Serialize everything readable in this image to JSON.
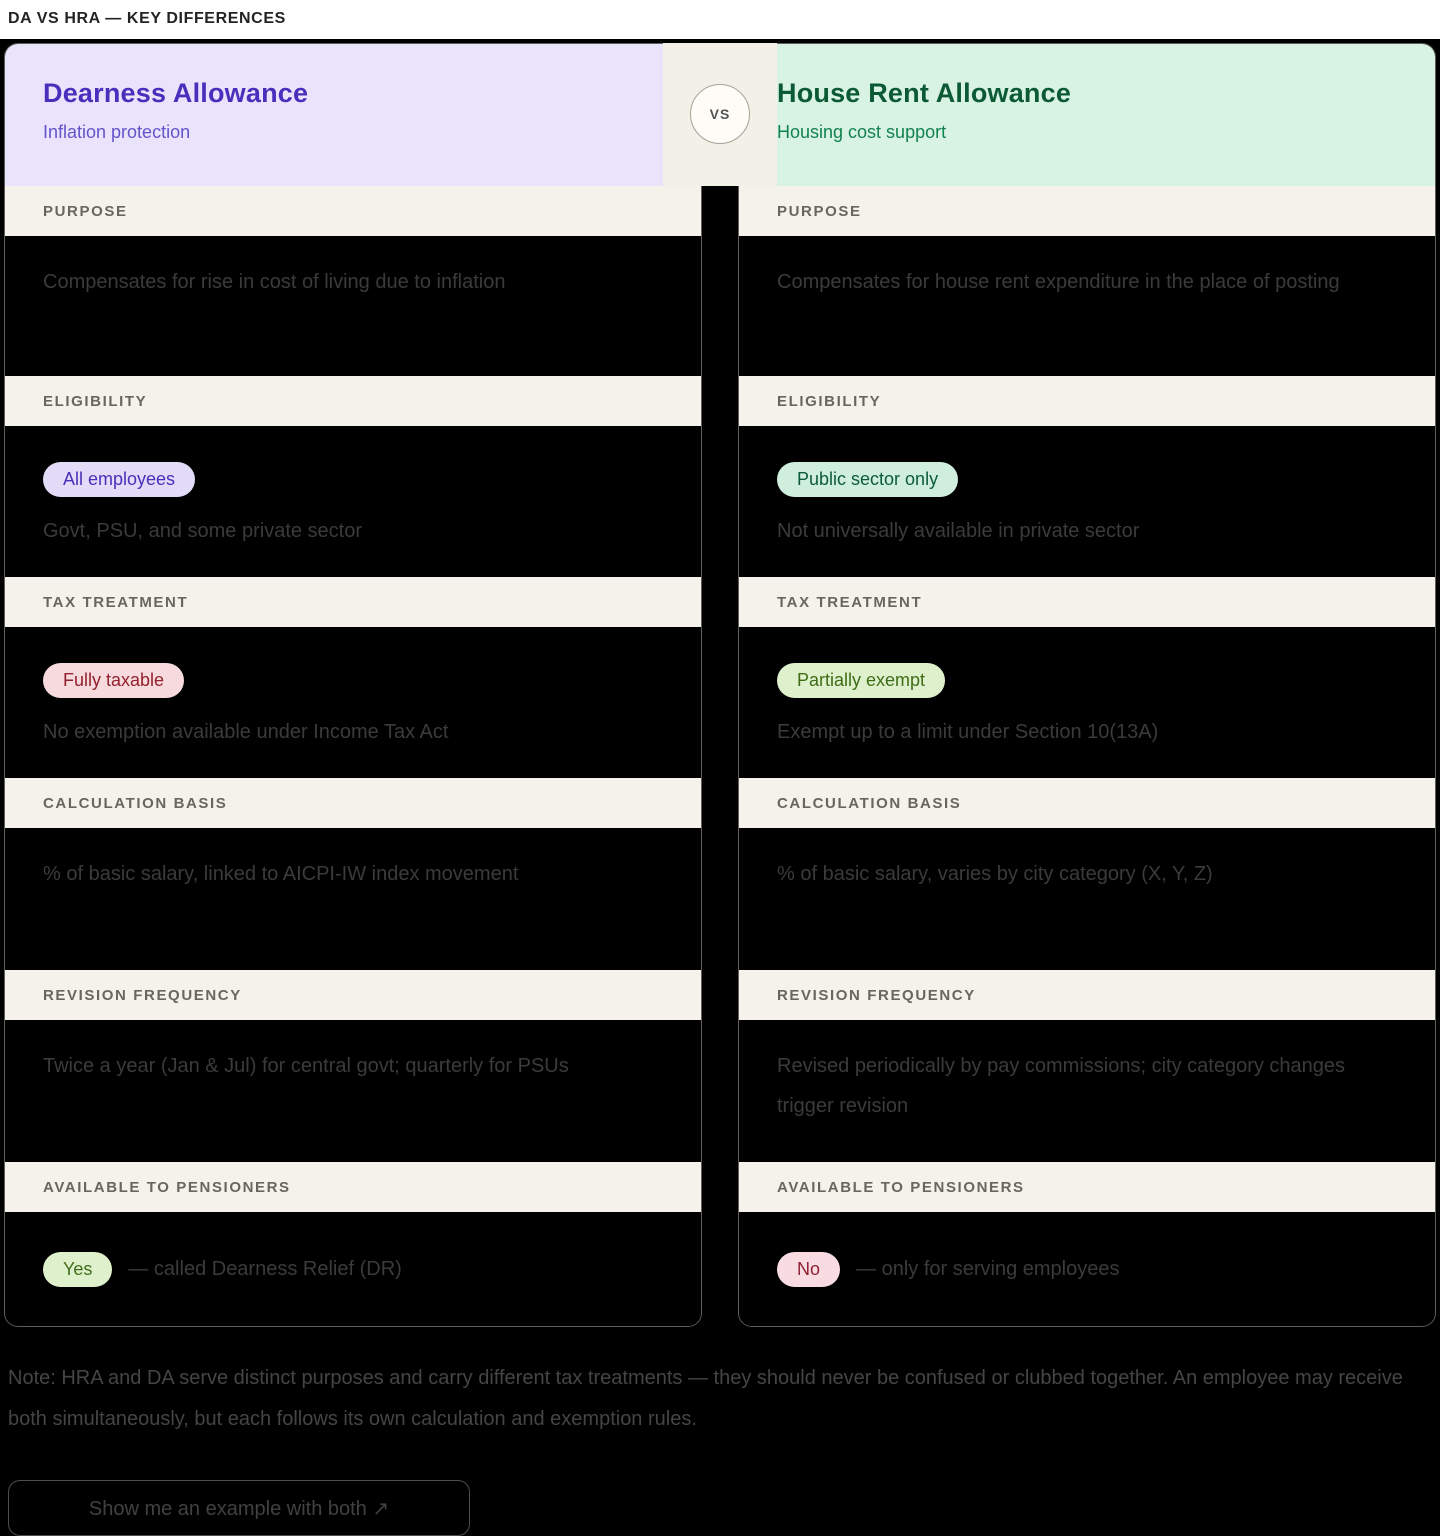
{
  "page": {
    "title": "DA VS HRA — KEY DIFFERENCES",
    "vs_label": "VS",
    "note": "Note: HRA and DA serve distinct purposes and carry different tax treatments — they should never be confused or clubbed together. An employee may receive both simultaneously, but each follows its own calculation and exemption rules.",
    "cta_label": "Show me an example with both ↗",
    "colors": {
      "page_bg": "#000000",
      "topbar_bg": "#ffffff",
      "section_label_bg": "#f4f2ea",
      "content_bg": "#000000",
      "vs_connector_bg": "#f3f0e7"
    }
  },
  "columns": [
    {
      "title": "Dearness Allowance",
      "subtitle": "Inflation protection",
      "header_bg": "#e9e4fb",
      "title_color": "#4a2fbd",
      "subtitle_color": "#6553c9",
      "sections": [
        {
          "label": "PURPOSE",
          "text": "Compensates for rise in cost of living due to inflation"
        },
        {
          "label": "ELIGIBILITY",
          "badge": {
            "text": "All employees",
            "bg": "#e2dcf8",
            "fg": "#4b2fb8"
          },
          "text": "Govt, PSU, and some private sector"
        },
        {
          "label": "TAX TREATMENT",
          "badge": {
            "text": "Fully taxable",
            "bg": "#f7dadd",
            "fg": "#93212e"
          },
          "text": "No exemption available under Income Tax Act"
        },
        {
          "label": "CALCULATION BASIS",
          "text": "% of basic salary, linked to AICPI-IW index movement"
        },
        {
          "label": "REVISION FREQUENCY",
          "text": "Twice a year (Jan & Jul) for central govt; quarterly for PSUs"
        },
        {
          "label": "AVAILABLE TO PENSIONERS",
          "badge": {
            "text": "Yes",
            "bg": "#def0cc",
            "fg": "#426f1c"
          },
          "text": "— called Dearness Relief (DR)"
        }
      ]
    },
    {
      "title": "House Rent Allowance",
      "subtitle": "Housing cost support",
      "header_bg": "#d8f2e4",
      "title_color": "#0b5a34",
      "subtitle_color": "#12824e",
      "sections": [
        {
          "label": "PURPOSE",
          "text": "Compensates for house rent expenditure in the place of posting"
        },
        {
          "label": "ELIGIBILITY",
          "badge": {
            "text": "Public sector only",
            "bg": "#cfeede",
            "fg": "#0c5c38"
          },
          "text": "Not universally available in private sector"
        },
        {
          "label": "TAX TREATMENT",
          "badge": {
            "text": "Partially exempt",
            "bg": "#def0cc",
            "fg": "#3f6d17"
          },
          "text": "Exempt up to a limit under Section 10(13A)"
        },
        {
          "label": "CALCULATION BASIS",
          "text": "% of basic salary, varies by city category (X, Y, Z)"
        },
        {
          "label": "REVISION FREQUENCY",
          "text": "Revised periodically by pay commissions; city category changes trigger revision"
        },
        {
          "label": "AVAILABLE TO PENSIONERS",
          "badge": {
            "text": "No",
            "bg": "#f8dce2",
            "fg": "#8f2133"
          },
          "text": "— only for serving employees"
        }
      ]
    }
  ]
}
